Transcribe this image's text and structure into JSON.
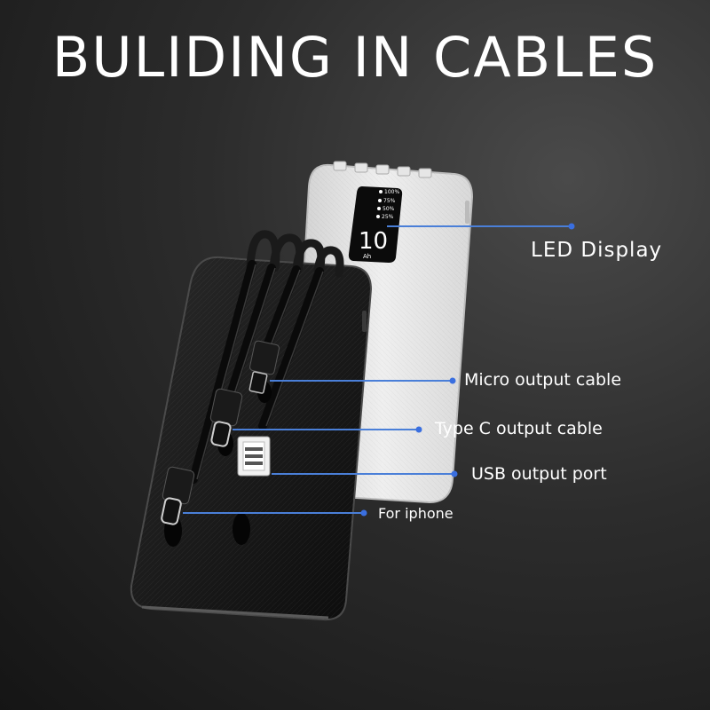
{
  "title": "BULIDING IN CABLES",
  "callouts": {
    "led_display": "LED Display",
    "micro_output": "Micro output cable",
    "type_c_output": "Type C output cable",
    "usb_output": "USB output port",
    "for_iphone": "For iphone"
  },
  "display_screen": {
    "levels": [
      "100%",
      "75%",
      "50%",
      "25%"
    ],
    "capacity": "10",
    "unit": "Ah"
  },
  "colors": {
    "callout_line": "#4a7fd8",
    "callout_dot": "#3a6fe0",
    "text": "#ffffff"
  }
}
